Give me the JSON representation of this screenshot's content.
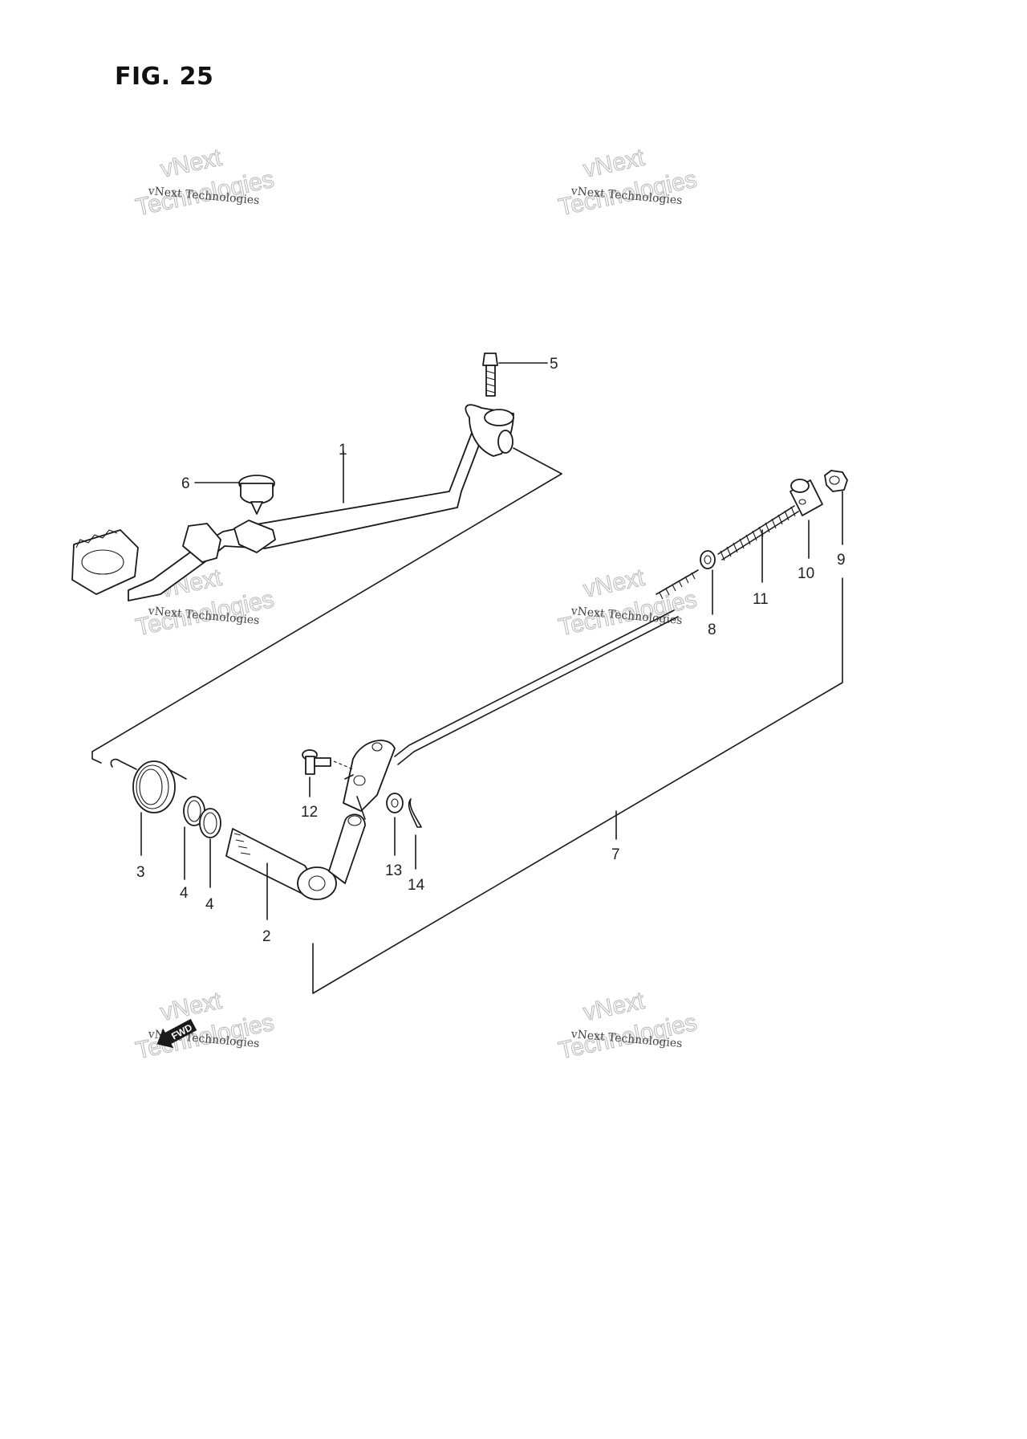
{
  "figure": {
    "title": "FIG. 25"
  },
  "watermarks": [
    {
      "small": "vNext Technologies",
      "big_line1": "vNext",
      "big_line2": "Technologies"
    },
    {
      "small": "vNext Technologies",
      "big_line1": "vNext",
      "big_line2": "Technologies"
    },
    {
      "small": "vNext Technologies",
      "big_line1": "vNext",
      "big_line2": "Technologies"
    },
    {
      "small": "vNext Technologies",
      "big_line1": "vNext",
      "big_line2": "Technologies"
    },
    {
      "small": "vNext Technologies",
      "big_line1": "vNext",
      "big_line2": "Technologies"
    },
    {
      "small": "vNext Technologies",
      "big_line1": "vNext",
      "big_line2": "Technologies"
    }
  ],
  "fwd_arrow": {
    "text": "FWD"
  },
  "parts": [
    {
      "label": "1"
    },
    {
      "label": "2"
    },
    {
      "label": "3"
    },
    {
      "label": "4"
    },
    {
      "label": "4"
    },
    {
      "label": "5"
    },
    {
      "label": "6"
    },
    {
      "label": "7"
    },
    {
      "label": "8"
    },
    {
      "label": "9"
    },
    {
      "label": "10"
    },
    {
      "label": "11"
    },
    {
      "label": "12"
    },
    {
      "label": "13"
    },
    {
      "label": "14"
    }
  ]
}
